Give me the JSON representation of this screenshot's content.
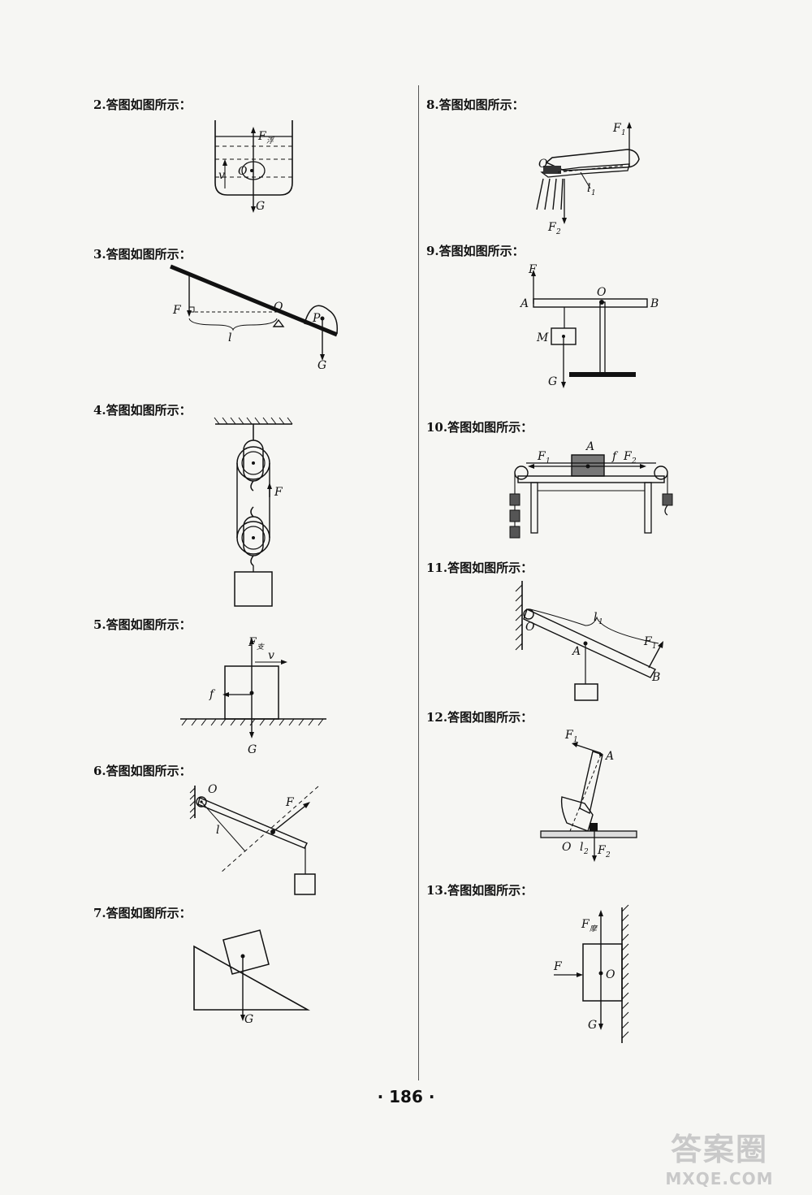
{
  "labels": {
    "q2": "2.答图如图所示：",
    "q3": "3.答图如图所示：",
    "q4": "4.答图如图所示：",
    "q5": "5.答图如图所示：",
    "q6": "6.答图如图所示：",
    "q7": "7.答图如图所示：",
    "q8": "8.答图如图所示：",
    "q9": "9.答图如图所示：",
    "q10": "10.答图如图所示：",
    "q11": "11.答图如图所示：",
    "q12": "12.答图如图所示：",
    "q13": "13.答图如图所示："
  },
  "figures": {
    "f2": {
      "fup": "F",
      "fup_sub": "浮",
      "v": "v",
      "o": "O",
      "g": "G"
    },
    "f3": {
      "f": "F",
      "o": "O",
      "p": "P",
      "l": "l",
      "g": "G"
    },
    "f4": {
      "f": "F"
    },
    "f5": {
      "fup": "F",
      "fup_sub": "支",
      "v": "v",
      "f": "f",
      "g": "G"
    },
    "f6": {
      "o": "O",
      "f": "F",
      "l": "l"
    },
    "f7": {
      "g": "G"
    },
    "f8": {
      "f1": "F",
      "f1_sub": "1",
      "o": "O",
      "l1": "l",
      "l1_sub": "1",
      "f2": "F",
      "f2_sub": "2"
    },
    "f9": {
      "f": "F",
      "o": "O",
      "a": "A",
      "b": "B",
      "m": "M",
      "g": "G"
    },
    "f10": {
      "a": "A",
      "f1": "F",
      "f1_sub": "1",
      "f": "f",
      "f2": "F",
      "f2_sub": "2"
    },
    "f11": {
      "l1": "l",
      "l1_sub": "1",
      "o": "O",
      "a": "A",
      "f1": "F",
      "f1_sub": "1",
      "b": "B"
    },
    "f12": {
      "f1": "F",
      "f1_sub": "1",
      "a": "A",
      "o": "O",
      "l2": "l",
      "l2_sub": "2",
      "f2": "F",
      "f2_sub": "2"
    },
    "f13": {
      "fup": "F",
      "fup_sub": "摩",
      "f": "F",
      "o": "O",
      "g": "G"
    }
  },
  "page_number": "· 186 ·",
  "watermark": {
    "line1": "答案圈",
    "line2": "MXQE.COM"
  }
}
